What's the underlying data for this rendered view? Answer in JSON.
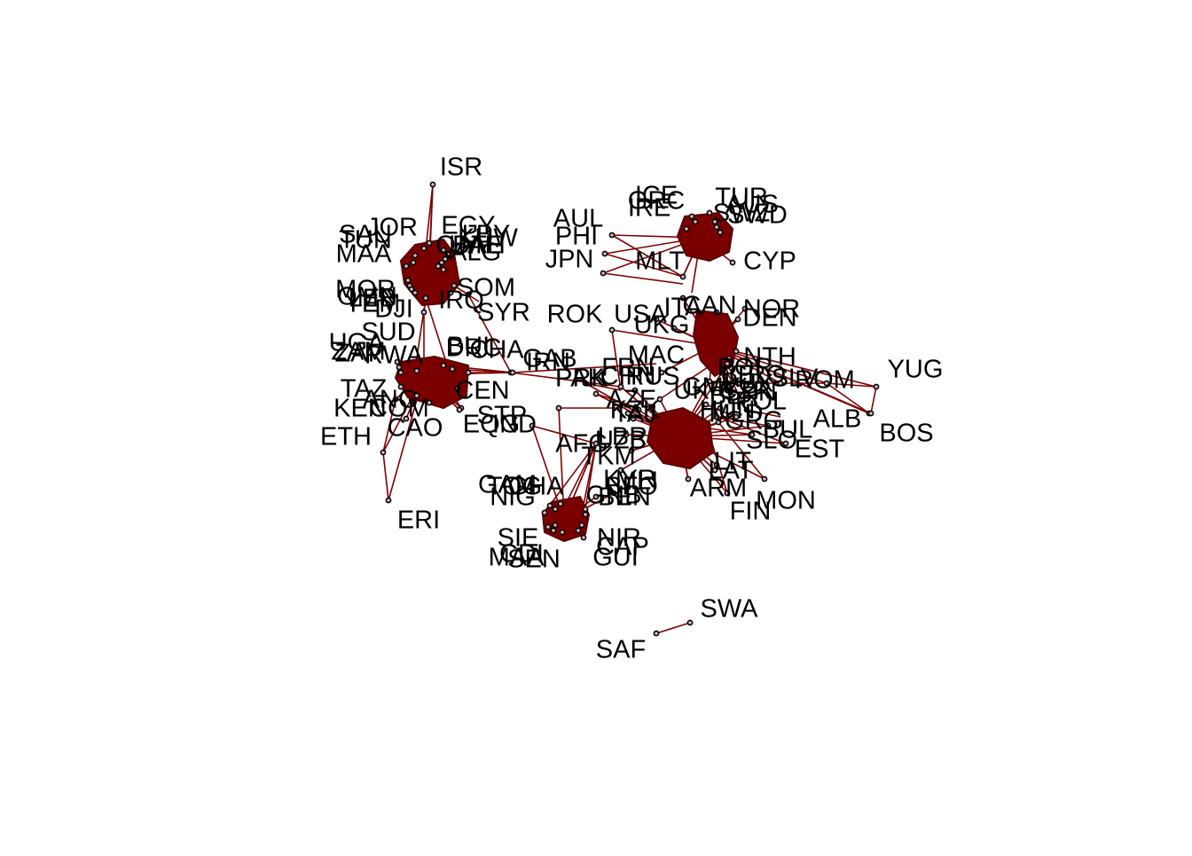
{
  "diagram": {
    "type": "directed-network",
    "colors": {
      "edge": "#7f0000",
      "node_fill": "#d8b8c0",
      "node_stroke": "#000000",
      "label": "#000000"
    },
    "node_labels": [
      "ISR",
      "JOR",
      "EGY",
      "LBY",
      "KUW",
      "BAH",
      "SAU",
      "TUN",
      "QAT",
      "ALG",
      "UAE",
      "MAA",
      "SOM",
      "MOR",
      "OMN",
      "YEM",
      "LEB",
      "DJI",
      "SYR",
      "SUD",
      "IRQ",
      "IRN",
      "UGA",
      "ZAM",
      "RWA",
      "BUI",
      "DRC",
      "CHA",
      "GAB",
      "ZAI",
      "TAZ",
      "ANG",
      "CEN",
      "KEN",
      "COM",
      "STP",
      "EQG",
      "ETH",
      "CAO",
      "ERI",
      "AUL",
      "PHI",
      "JPN",
      "ROK",
      "USA",
      "UKG",
      "CAN",
      "DEN",
      "NOR",
      "NTH",
      "BEL",
      "LUX",
      "FRN",
      "ITA",
      "GMY",
      "SPN",
      "POR",
      "ICE",
      "GRC",
      "TUR",
      "AUS",
      "SWZ",
      "SWD",
      "IRE",
      "MLT",
      "CYP",
      "PRK",
      "CHN",
      "RUS",
      "UKR",
      "BLR",
      "MLD",
      "ROM",
      "YUG",
      "ALB",
      "BOS",
      "MAC",
      "SLO",
      "CRO",
      "HUN",
      "CZR",
      "SLV",
      "POL",
      "LIT",
      "LAT",
      "EST",
      "FIN",
      "BUL",
      "GRG",
      "ARM",
      "AZE",
      "KZK",
      "KYR",
      "TAJ",
      "TKM",
      "UZB",
      "MON",
      "AFG",
      "PAK",
      "IND",
      "TOG",
      "GHA",
      "NIG",
      "BEN",
      "CDI",
      "SEN",
      "SIE",
      "LBR",
      "GUI",
      "MLI",
      "NIR",
      "BFO",
      "GAM",
      "GNB",
      "MAA",
      "CAP",
      "SWA",
      "SAF"
    ]
  }
}
